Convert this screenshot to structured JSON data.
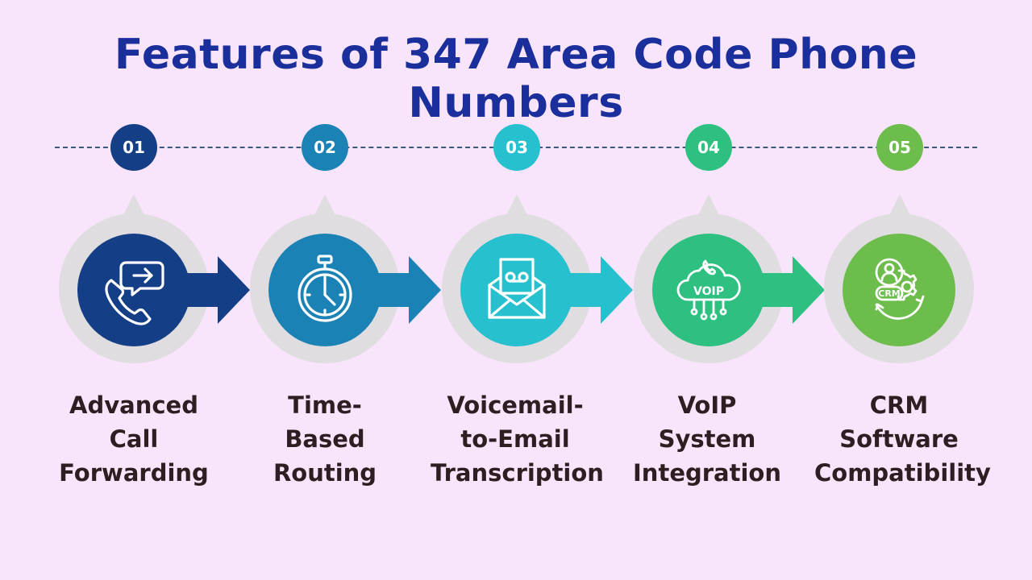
{
  "title": "Features of 347 Area Code Phone Numbers",
  "colors": {
    "background": "#f8e5fb",
    "title": "#1a2f9c",
    "step1": "#143f86",
    "step2": "#1b82b6",
    "step3": "#27c0cf",
    "step4": "#2ec080",
    "step5": "#6cbd4b",
    "label": "#2e1e22"
  },
  "steps": [
    {
      "number": "01",
      "icon": "call-forward-icon",
      "label_lines": [
        "Advanced",
        "Call",
        "Forwarding"
      ]
    },
    {
      "number": "02",
      "icon": "stopwatch-icon",
      "label_lines": [
        "Time-",
        "Based",
        "Routing"
      ]
    },
    {
      "number": "03",
      "icon": "voicemail-envelope-icon",
      "label_lines": [
        "Voicemail-",
        "to-Email",
        "Transcription"
      ]
    },
    {
      "number": "04",
      "icon": "voip-cloud-icon",
      "label_lines": [
        "VoIP",
        "System",
        "Integration"
      ],
      "icon_text": "VOIP"
    },
    {
      "number": "05",
      "icon": "crm-gear-icon",
      "label_lines": [
        "CRM",
        "Software",
        "Compatibility"
      ],
      "icon_text": "CRM"
    }
  ]
}
